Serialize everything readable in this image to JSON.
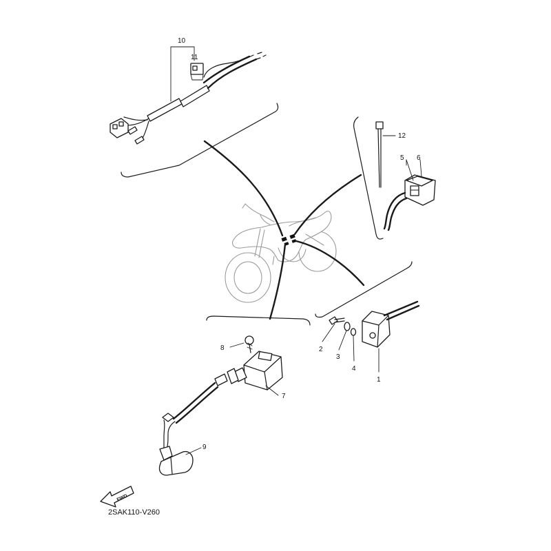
{
  "diagram_code": "2SAK110-V260",
  "fwd_label": "FWD",
  "callouts": {
    "c1": "1",
    "c2": "2",
    "c3": "3",
    "c4": "4",
    "c5": "5",
    "c6": "6",
    "c7": "7",
    "c8": "8",
    "c9": "9",
    "c10": "10",
    "c11": "11",
    "c12": "12"
  }
}
